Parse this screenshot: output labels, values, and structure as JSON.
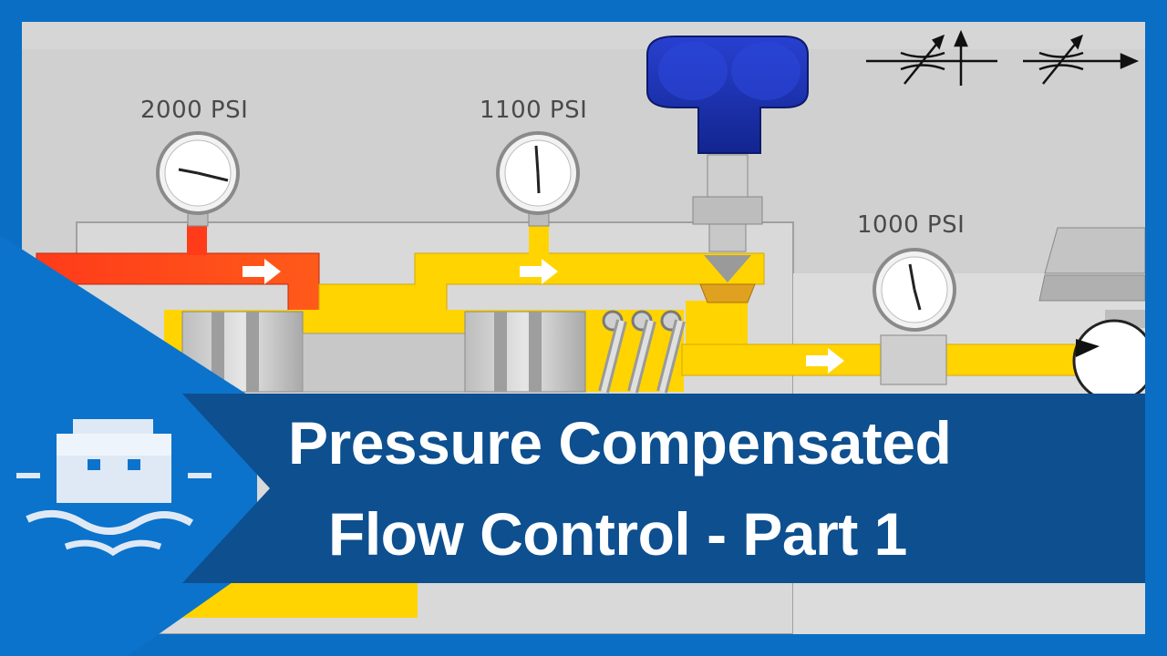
{
  "thumbnail": {
    "title_line1": "Pressure Compensated",
    "title_line2": "Flow Control - Part 1"
  },
  "gauges": [
    {
      "label": "2000 PSI"
    },
    {
      "label": "1100 PSI"
    },
    {
      "label": "1000 PSI"
    }
  ],
  "colors": {
    "frame_blue": "#0a6ec4",
    "banner_blue": "#0d4f8f",
    "high_pressure_red": "#ff3b1a",
    "fluid_yellow": "#ffd400",
    "knob_blue": "#1a35b8",
    "body_grey": "#d9d9d9"
  },
  "icons": [
    "throttle-symbol-icon",
    "toolbox-logo-icon",
    "flow-arrow-icon"
  ]
}
